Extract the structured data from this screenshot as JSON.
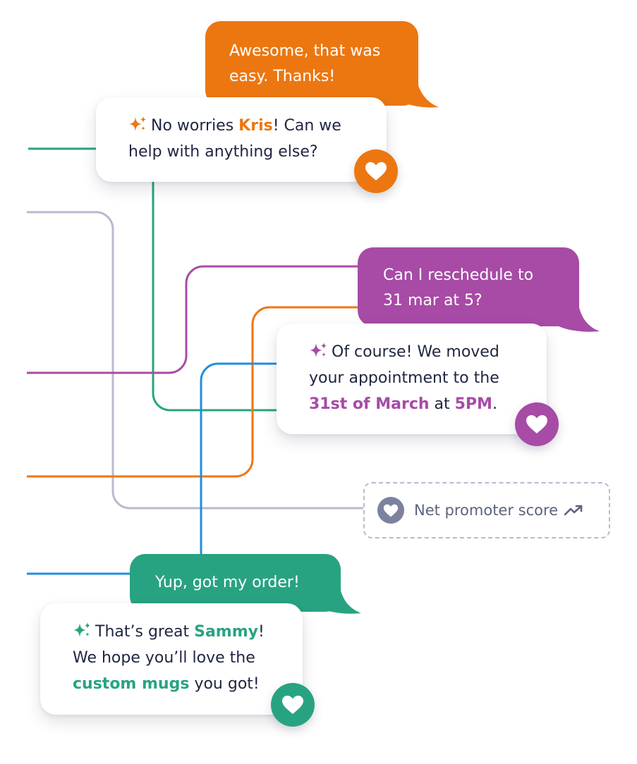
{
  "colors": {
    "orange": "#ec7711",
    "purple": "#a74ba6",
    "teal": "#28a382",
    "blue": "#1d8fe0",
    "gray": "#b7bad0",
    "text": "#1f2540"
  },
  "conversation_1": {
    "user_message": "Awesome, that was easy. Thanks!",
    "bot_reply": {
      "before": "No worries ",
      "name": "Kris",
      "after": "! Can we help with anything else?"
    },
    "icons": [
      "sparkle-icon",
      "heart-icon"
    ]
  },
  "conversation_2": {
    "user_message": "Can I reschedule to 31 mar at 5?",
    "bot_reply": {
      "before": "Of course! We moved your appointment to the ",
      "date": "31st of March",
      "middle": " at ",
      "time": "5PM",
      "after": "."
    },
    "icons": [
      "sparkle-icon",
      "heart-icon"
    ]
  },
  "metric_card": {
    "label": "Net promoter score",
    "icons": [
      "heart-icon",
      "trend-up-icon"
    ]
  },
  "conversation_3": {
    "user_message": "Yup, got my order!",
    "bot_reply": {
      "before": "That’s great ",
      "name": "Sammy",
      "middle": "! We hope you’ll love the ",
      "product": "custom mugs",
      "after": " you got!"
    },
    "icons": [
      "sparkle-icon",
      "heart-icon"
    ]
  }
}
